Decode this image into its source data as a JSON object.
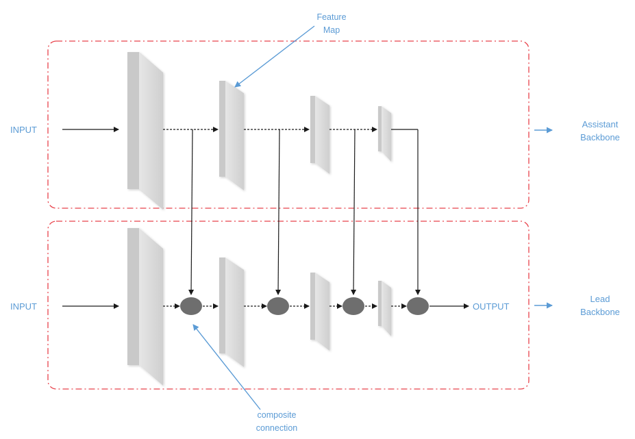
{
  "colors": {
    "label": "#5b9bd5",
    "frame": "#e8414a",
    "arrow": "#1a1a1a",
    "node": "#6e6e6e",
    "block_face": "#d9d9d9",
    "block_side": "#b5b5b5"
  },
  "annotations": {
    "feature_map_line1": "Feature",
    "feature_map_line2": "Map",
    "composite_line1": "composite",
    "composite_line2": "connection"
  },
  "assistant": {
    "input_label": "INPUT",
    "backbone_line1": "Assistant",
    "backbone_line2": "Backbone"
  },
  "lead": {
    "input_label": "INPUT",
    "output_label": "OUTPUT",
    "backbone_line1": "Lead",
    "backbone_line2": "Backbone"
  }
}
